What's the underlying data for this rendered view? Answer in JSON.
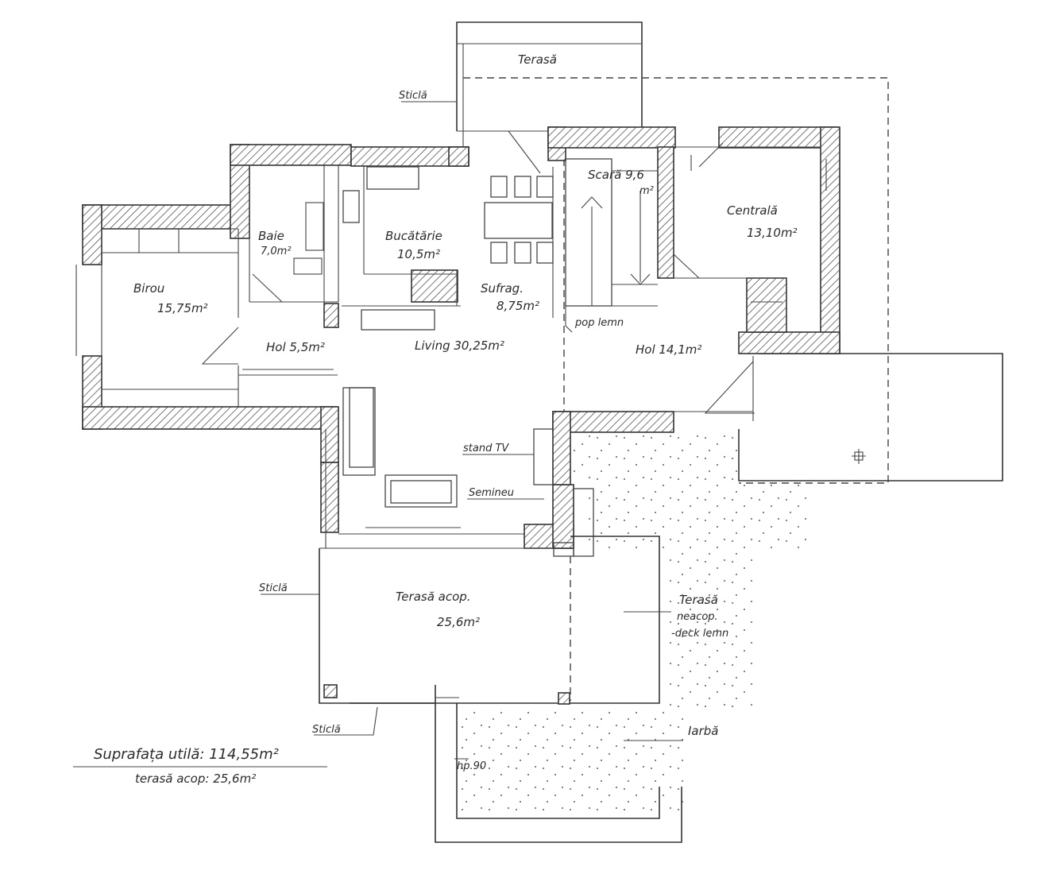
{
  "rooms": {
    "terasa_top": "Terasă",
    "scara": "Scară 9,6",
    "scara_unit": "m²",
    "centrala": "Centrală",
    "centrala_area": "13,10m²",
    "baie": "Baie",
    "baie_area": "7,0m²",
    "bucatarie": "Bucătărie",
    "bucatarie_area": "10,5m²",
    "birou": "Birou",
    "birou_area": "15,75m²",
    "sufrag": "Sufrag.",
    "sufrag_area": "8,75m²",
    "living": "Living 30,25m²",
    "hol_left": "Hol 5,5m²",
    "hol_right": "Hol 14,1m²",
    "terasa_acop": "Terasă acop.",
    "terasa_acop_area": "25,6m²",
    "terasa_neacop": "Terasă",
    "terasa_neacop_2": "neacop.",
    "terasa_neacop_3": "-deck lemn",
    "iarba": "Iarbă"
  },
  "annotations": {
    "sticla_top": "Sticlă",
    "sticla_left": "Sticlă",
    "sticla_bottom": "Sticlă",
    "pop_lemn": "pop lemn",
    "stand_tv": "stand TV",
    "semineu": "Semineu",
    "hp": "hp.90"
  },
  "summary": {
    "line1": "Suprafața utilă: 114,55m²",
    "line2": "terasă acop: 25,6m²"
  }
}
